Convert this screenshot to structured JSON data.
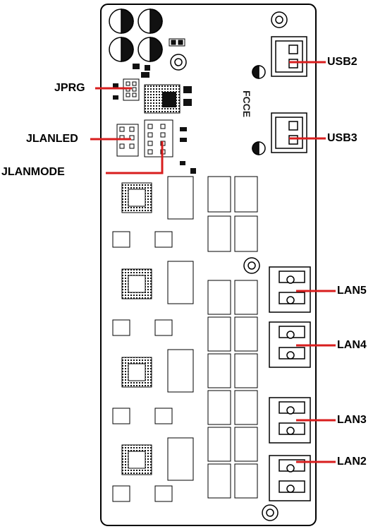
{
  "labels": {
    "jprg": "JPRG",
    "jlanled": "JLANLED",
    "jlanmode": "JLANMODE",
    "usb2": "USB2",
    "usb3": "USB3",
    "lan5": "LAN5",
    "lan4": "LAN4",
    "lan3": "LAN3",
    "lan2": "LAN2"
  },
  "certification_mark": "FCCE",
  "colors": {
    "board_outline": "#000000",
    "component_dark": "#111111",
    "callout_line": "#d81e1e",
    "background": "#ffffff"
  }
}
